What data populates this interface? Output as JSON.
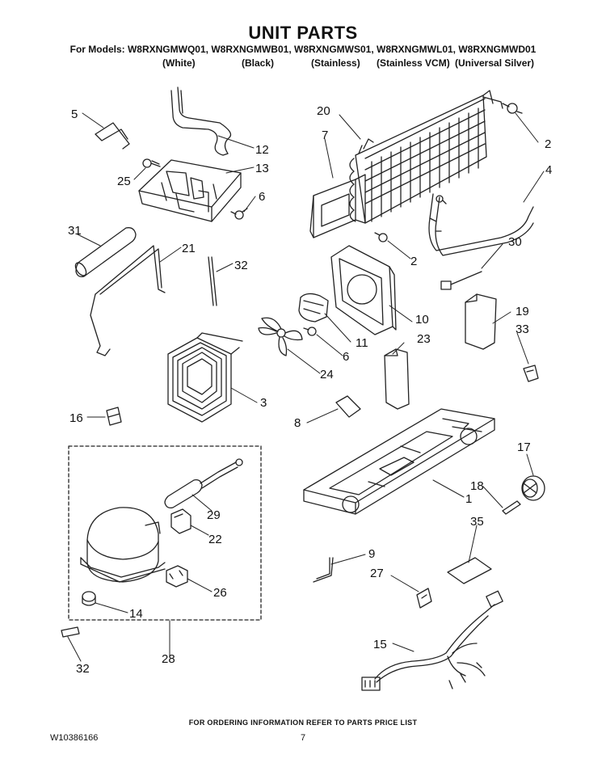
{
  "header": {
    "title": "UNIT PARTS",
    "models_line": "For Models: W8RXNGMWQ01, W8RXNGMWB01, W8RXNGMWS01, W8RXNGMWL01, W8RXNGMWD01",
    "colors": [
      "(White)",
      "(Black)",
      "(Stainless)",
      "(Stainless VCM)",
      "(Universal Silver)"
    ]
  },
  "callouts": [
    "5",
    "12",
    "25",
    "13",
    "6",
    "20",
    "7",
    "2",
    "4",
    "2",
    "31",
    "21",
    "32",
    "30",
    "10",
    "19",
    "11",
    "33",
    "6",
    "23",
    "24",
    "3",
    "16",
    "8",
    "17",
    "18",
    "1",
    "35",
    "29",
    "22",
    "9",
    "27",
    "26",
    "14",
    "15",
    "28",
    "32"
  ],
  "footer": {
    "ordering_note": "FOR ORDERING INFORMATION REFER TO PARTS PRICE LIST",
    "doc_number": "W10386166",
    "page_number": "7"
  }
}
